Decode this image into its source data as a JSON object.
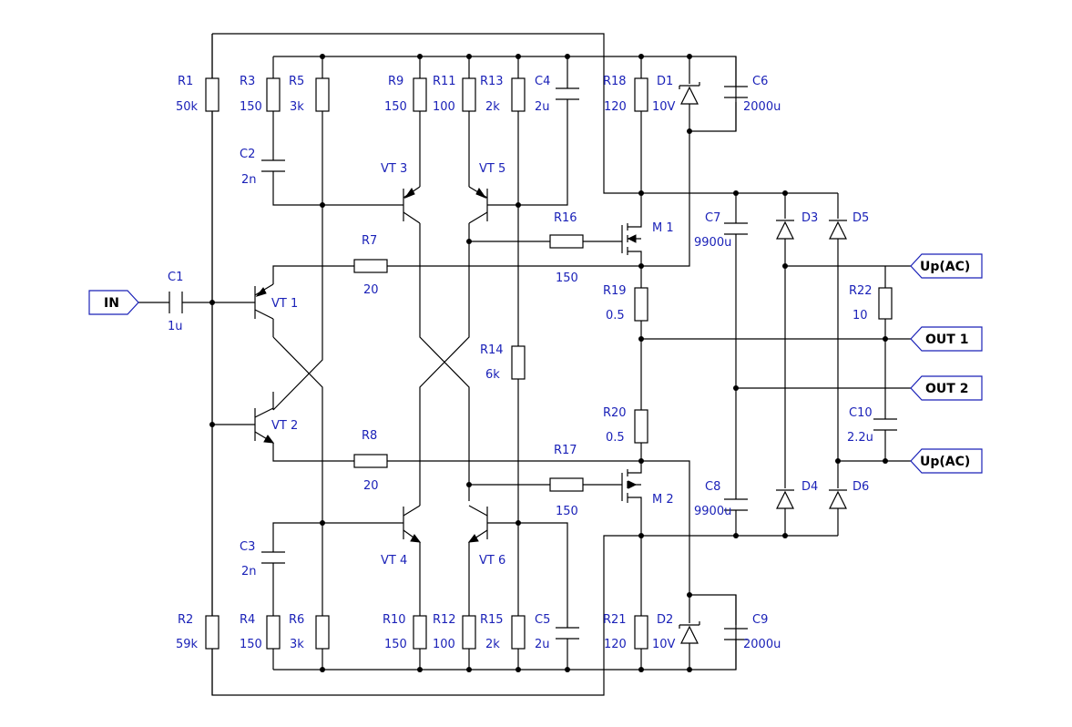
{
  "ports": {
    "in": "IN",
    "up_top": "Up(AC)",
    "out1": "OUT 1",
    "out2": "OUT 2",
    "up_bottom": "Up(AC)"
  },
  "components": {
    "R1": {
      "ref": "R1",
      "value": "50k"
    },
    "R2": {
      "ref": "R2",
      "value": "59k"
    },
    "R3": {
      "ref": "R3",
      "value": "150"
    },
    "R4": {
      "ref": "R4",
      "value": "150"
    },
    "R5": {
      "ref": "R5",
      "value": "3k"
    },
    "R6": {
      "ref": "R6",
      "value": "3k"
    },
    "R7": {
      "ref": "R7",
      "value": "20"
    },
    "R8": {
      "ref": "R8",
      "value": "20"
    },
    "R9": {
      "ref": "R9",
      "value": "150"
    },
    "R10": {
      "ref": "R10",
      "value": "150"
    },
    "R11": {
      "ref": "R11",
      "value": "100"
    },
    "R12": {
      "ref": "R12",
      "value": "100"
    },
    "R13": {
      "ref": "R13",
      "value": "2k"
    },
    "R14": {
      "ref": "R14",
      "value": "6k"
    },
    "R15": {
      "ref": "R15",
      "value": "2k"
    },
    "R16": {
      "ref": "R16",
      "value": "150"
    },
    "R17": {
      "ref": "R17",
      "value": "150"
    },
    "R18": {
      "ref": "R18",
      "value": "120"
    },
    "R19": {
      "ref": "R19",
      "value": "0.5"
    },
    "R20": {
      "ref": "R20",
      "value": "0.5"
    },
    "R21": {
      "ref": "R21",
      "value": "120"
    },
    "R22": {
      "ref": "R22",
      "value": "10"
    },
    "C1": {
      "ref": "C1",
      "value": "1u"
    },
    "C2": {
      "ref": "C2",
      "value": "2n"
    },
    "C3": {
      "ref": "C3",
      "value": "2n"
    },
    "C4": {
      "ref": "C4",
      "value": "2u"
    },
    "C5": {
      "ref": "C5",
      "value": "2u"
    },
    "C6": {
      "ref": "C6",
      "value": "2000u"
    },
    "C7": {
      "ref": "C7",
      "value": "9900u"
    },
    "C8": {
      "ref": "C8",
      "value": "9900u"
    },
    "C9": {
      "ref": "C9",
      "value": "2000u"
    },
    "C10": {
      "ref": "C10",
      "value": "2.2u"
    },
    "D1": {
      "ref": "D1",
      "value": "10V"
    },
    "D2": {
      "ref": "D2",
      "value": "10V"
    },
    "D3": {
      "ref": "D3"
    },
    "D4": {
      "ref": "D4"
    },
    "D5": {
      "ref": "D5"
    },
    "D6": {
      "ref": "D6"
    },
    "VT1": {
      "ref": "VT 1"
    },
    "VT2": {
      "ref": "VT 2"
    },
    "VT3": {
      "ref": "VT 3"
    },
    "VT4": {
      "ref": "VT 4"
    },
    "VT5": {
      "ref": "VT 5"
    },
    "VT6": {
      "ref": "VT 6"
    },
    "M1": {
      "ref": "M 1"
    },
    "M2": {
      "ref": "M 2"
    }
  }
}
